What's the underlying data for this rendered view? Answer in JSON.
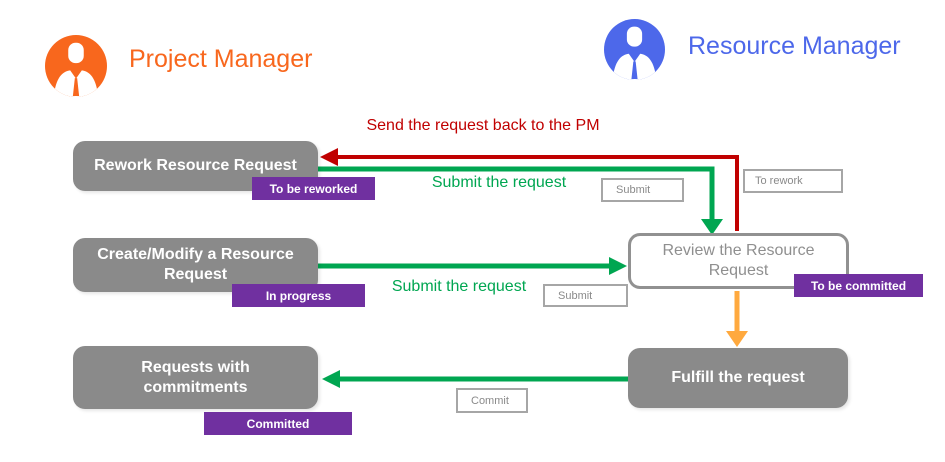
{
  "roles": {
    "project_manager": {
      "label": "Project Manager"
    },
    "resource_manager": {
      "label": "Resource Manager"
    }
  },
  "nodes": {
    "rework": {
      "label": "Rework Resource Request",
      "status_badge": "To be reworked"
    },
    "create_modify": {
      "label": "Create/Modify a Resource Request",
      "status_badge": "In progress"
    },
    "requests_commitments": {
      "label": "Requests with commitments",
      "status_badge": "Committed"
    },
    "review": {
      "label": "Review the Resource Request",
      "status_badge": "To be committed"
    },
    "fulfill": {
      "label": "Fulfill the request"
    }
  },
  "edge_labels": {
    "send_back": "Send the request back to the PM",
    "submit_rework": "Submit the request",
    "submit_create": "Submit the request"
  },
  "buttons": {
    "submit_rework": "Submit",
    "to_rework": "To rework",
    "submit_create": "Submit",
    "commit": "Commit"
  },
  "colors": {
    "pm_accent": "#f8671d",
    "rm_accent": "#4d68ea",
    "node_gray": "#8a8a8a",
    "badge_purple": "#7030a0",
    "arrow_green": "#00a651",
    "arrow_red": "#c00000",
    "arrow_orange": "#ffa93e",
    "button_border": "#a6a6a6",
    "button_text": "#8a8a8a",
    "review_border": "#919191",
    "review_text": "#8f8f8f"
  }
}
